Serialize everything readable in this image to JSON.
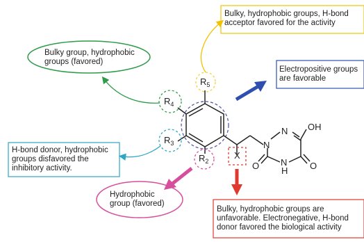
{
  "title": "",
  "structure": {
    "substituents": [
      {
        "letter": "R",
        "index": "5"
      },
      {
        "letter": "R",
        "index": "4"
      },
      {
        "letter": "R",
        "index": "3"
      },
      {
        "letter": "R",
        "index": "2"
      }
    ],
    "x_group": "X",
    "ring_atoms": {
      "n1": "N",
      "n2": "N",
      "nh": "N",
      "h": "H"
    },
    "hydroxyl": "OH",
    "carbonyl_left": "O",
    "carbonyl_right": "O"
  },
  "annotations": [
    {
      "id": "top",
      "text_lines": [
        "Bulky, hydrophobic groups, H-bond",
        "acceptor favored for the activity"
      ],
      "color": "#f2c200"
    },
    {
      "id": "r4",
      "text_lines": [
        "Bulky group, hydrophobic",
        "groups (favored)"
      ],
      "color": "#2e9b4a"
    },
    {
      "id": "electro",
      "text_lines": [
        "Electropositive groups",
        "are favorable"
      ],
      "color": "#2f4fb0"
    },
    {
      "id": "r3",
      "text_lines": [
        "H-bond donor, hydrophobic",
        "groups disfavored the",
        "inhibitory activity."
      ],
      "color": "#2aa6c6"
    },
    {
      "id": "r2",
      "text_lines": [
        "Hydrophobic",
        "group (favored)"
      ],
      "color": "#d74f9c"
    },
    {
      "id": "x",
      "text_lines": [
        "Bulky, hydrophobic groups are",
        "unfavorable. Electronegative, H-bond",
        "donor favored the biological activity"
      ],
      "color": "#e03a2f"
    }
  ]
}
